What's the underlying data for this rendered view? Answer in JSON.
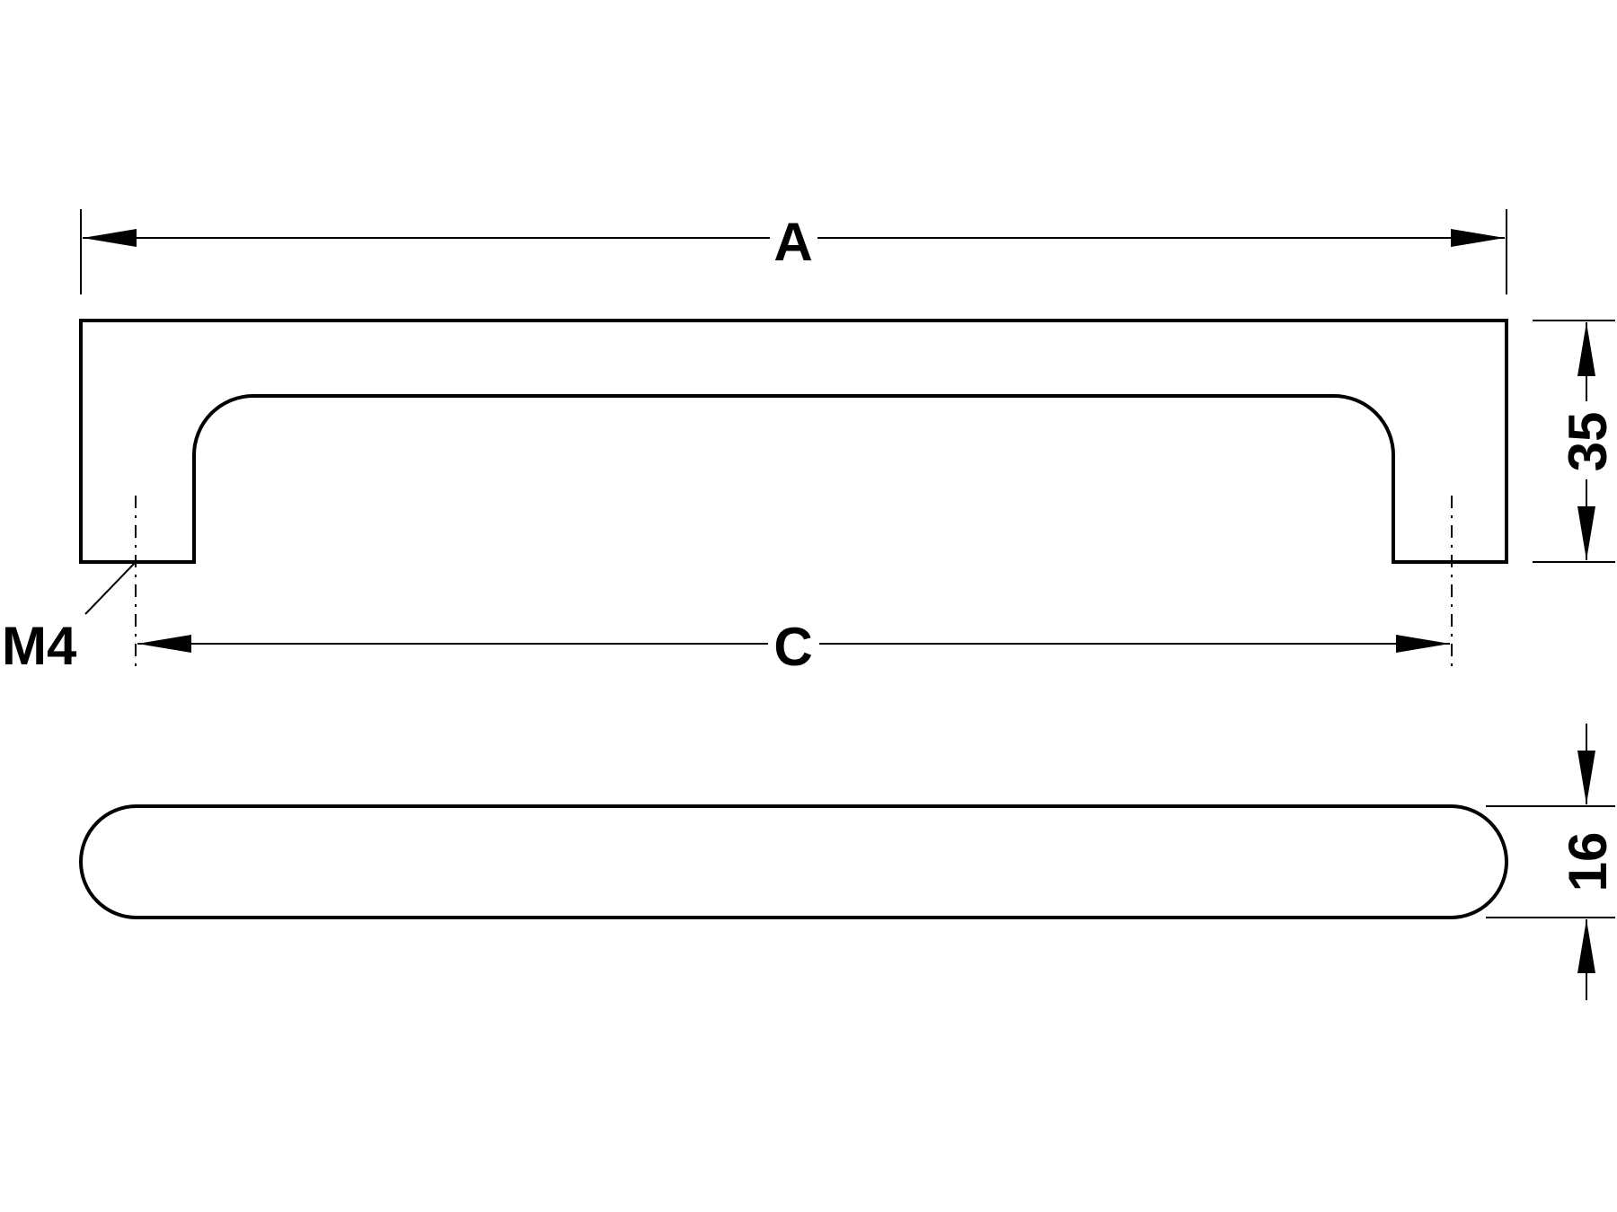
{
  "dimensions": {
    "overall_length_label": "A",
    "hole_spacing_label": "C",
    "height_label": "35",
    "width_label": "16",
    "thread_label": "M4"
  },
  "colors": {
    "line": "#000000",
    "background": "#ffffff"
  }
}
